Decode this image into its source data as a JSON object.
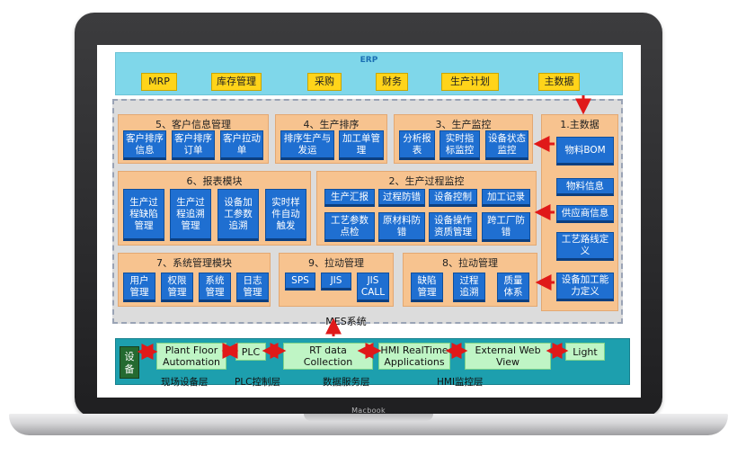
{
  "device": {
    "brand": "Macbook"
  },
  "erp": {
    "title": "ERP",
    "buttons": [
      "MRP",
      "库存管理",
      "采购",
      "财务",
      "生产计划",
      "主数据"
    ]
  },
  "mes": {
    "label": "MES系统",
    "modules": {
      "customer": {
        "title": "5、客户信息管理",
        "items": [
          "客户排序信息",
          "客户排序订单",
          "客户拉动单"
        ]
      },
      "sequencing": {
        "title": "4、生产排序",
        "items": [
          "排序生产与发运",
          "加工单管理"
        ]
      },
      "monitor": {
        "title": "3、生产监控",
        "items": [
          "分析报表",
          "实时指标监控",
          "设备状态监控"
        ]
      },
      "report": {
        "title": "6、报表模块",
        "items": [
          "生产过程缺陷管理",
          "生产过程追溯管理",
          "设备加工参数追溯",
          "实时样件自动触发"
        ]
      },
      "process": {
        "title": "2、生产过程监控",
        "items": [
          "生产汇报",
          "过程防错",
          "设备控制",
          "加工记录",
          "工艺参数点检",
          "原材料防错",
          "设备操作资质管理",
          "跨工厂防错"
        ]
      },
      "system": {
        "title": "7、系统管理模块",
        "items": [
          "用户管理",
          "权限管理",
          "系统管理",
          "日志管理"
        ]
      },
      "pull9": {
        "title": "9、拉动管理",
        "items": [
          "SPS",
          "JIS",
          "JIS CALL"
        ]
      },
      "pull8": {
        "title": "8、拉动管理",
        "items": [
          "缺陷管理",
          "过程追溯",
          "质量体系"
        ]
      },
      "master": {
        "title": "1.主数据",
        "items": [
          "物料BOM",
          "物料信息",
          "供应商信息",
          "工艺路线定义",
          "设备加工能力定义"
        ]
      }
    }
  },
  "bottom": {
    "device_label": "设备",
    "boxes": [
      "Plant Floor Automation",
      "PLC",
      "RT data Collection",
      "HMI RealTime Applications",
      "External Web View",
      "Light"
    ],
    "layers": [
      "现场设备层",
      "PLC控制层",
      "数据服务层",
      "HMI监控层"
    ]
  },
  "colors": {
    "erp_band": "#7fd7ea",
    "erp_button": "#ffd41a",
    "module_bg": "#f7c38f",
    "box_blue": "#1f6fd1",
    "bottom_band": "#1d9fae",
    "bottom_box": "#bff5c5",
    "arrow_red": "#e01919"
  }
}
